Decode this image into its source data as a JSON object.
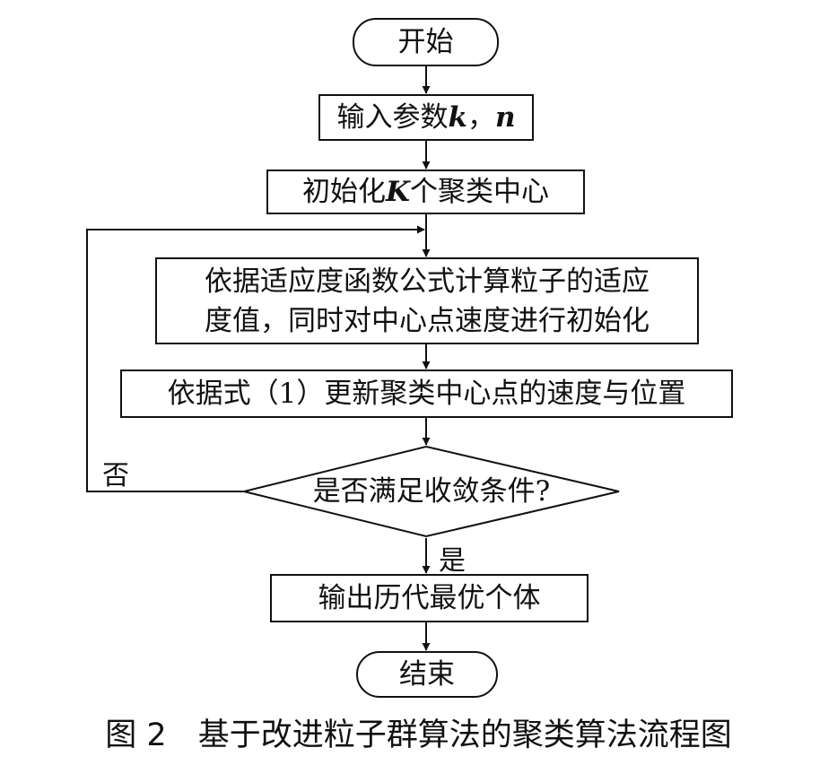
{
  "nodes": {
    "start": "开始",
    "input": {
      "prefix": "输入参数",
      "var1": "k",
      "sep": "，",
      "var2": "n"
    },
    "init": {
      "prefix": "初始化",
      "var": "K",
      "suffix": "个聚类中心"
    },
    "fitness": {
      "line1": "依据适应度函数公式计算粒子的适应",
      "line2": "度值，同时对中心点速度进行初始化"
    },
    "update": "依据式（1）更新聚类中心点的速度与位置",
    "decision": "是否满足收敛条件?",
    "output": "输出历代最优个体",
    "end": "结束"
  },
  "edges": {
    "no": "否",
    "yes": "是"
  },
  "caption": "图 2　基于改进粒子群算法的聚类算法流程图"
}
